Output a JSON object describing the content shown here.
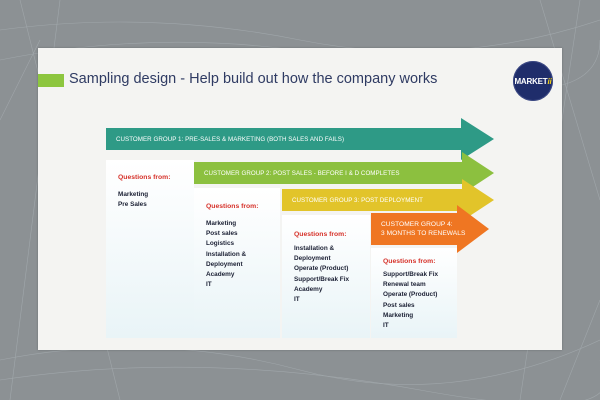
{
  "slide": {
    "title": "Sampling design - Help build out how the company works",
    "logo_text_main": "MARKET",
    "logo_text_accent": "ii"
  },
  "colors": {
    "group1": "#2e9a86",
    "group2": "#8cc03f",
    "group3": "#e2c42a",
    "group4": "#ef7622",
    "title_accent": "#8dc63f",
    "question_label": "#d6322a",
    "logo_bg": "#1f2d6b"
  },
  "groups": [
    {
      "label": "CUSTOMER GROUP 1: PRE-SALES & MARKETING (BOTH SALES AND FAILS)",
      "questions_label": "Questions from:",
      "items": [
        "Marketing",
        "Pre Sales"
      ]
    },
    {
      "label": "CUSTOMER GROUP 2: POST SALES - BEFORE I & D COMPLETES",
      "questions_label": "Questions from:",
      "items": [
        "Marketing",
        "Post sales",
        "Logistics",
        "Installation &",
        "Deployment",
        "Academy",
        "IT"
      ]
    },
    {
      "label": "CUSTOMER GROUP 3: POST DEPLOYMENT",
      "questions_label": "Questions from:",
      "items": [
        "Installation &",
        "Deployment",
        "Operate (Product)",
        "Support/Break Fix",
        "Academy",
        "IT"
      ]
    },
    {
      "label_line1": "CUSTOMER GROUP 4:",
      "label_line2": "3 MONTHS TO RENEWALS",
      "questions_label": "Questions from:",
      "items": [
        "Support/Break Fix",
        "Renewal team",
        "Operate (Product)",
        "Post sales",
        "Marketing",
        "IT"
      ]
    }
  ]
}
